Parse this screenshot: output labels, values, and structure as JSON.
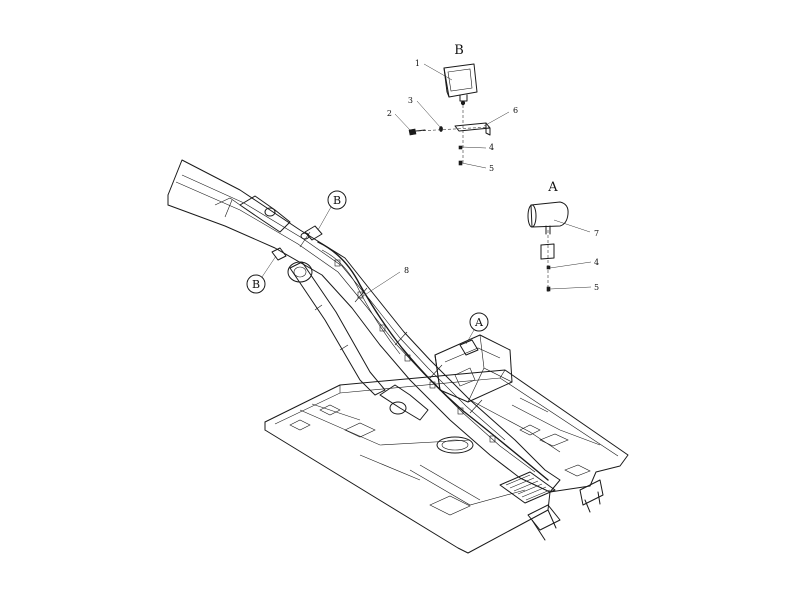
{
  "views": {
    "b_label": "B",
    "a_label": "A"
  },
  "callouts": {
    "b_upper": "B",
    "b_lower": "B",
    "a": "A"
  },
  "parts": {
    "p1": "1",
    "p2": "2",
    "p3": "3",
    "p4_b": "4",
    "p5_b": "5",
    "p6": "6",
    "p7": "7",
    "p4_a": "4",
    "p5_a": "5",
    "p8": "8"
  }
}
